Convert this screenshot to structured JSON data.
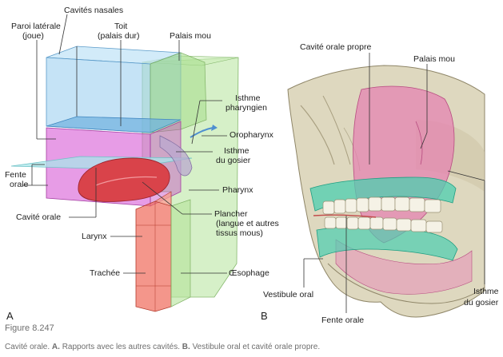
{
  "panel_a": {
    "letter": "A",
    "labels": {
      "paroi_laterale_1": "Paroi latérale",
      "paroi_laterale_2": "(joue)",
      "cavites_nasales": "Cavités nasales",
      "toit_1": "Toit",
      "toit_2": "(palais dur)",
      "palais_mou": "Palais mou",
      "isthme_pharyngien_1": "Isthme",
      "isthme_pharyngien_2": "pharyngien",
      "oropharynx": "Oropharynx",
      "isthme_gosier_1": "Isthme",
      "isthme_gosier_2": "du gosier",
      "fente_orale_1": "Fente",
      "fente_orale_2": "orale",
      "pharynx": "Pharynx",
      "cavite_orale": "Cavité orale",
      "plancher_1": "Plancher",
      "plancher_2": "(langue et autres",
      "plancher_3": "tissus mous)",
      "larynx": "Larynx",
      "trachee": "Trachée",
      "oesophage": "Œsophage"
    }
  },
  "panel_b": {
    "letter": "B",
    "labels": {
      "cavite_orale_propre": "Cavité orale propre",
      "palais_mou": "Palais mou",
      "vestibule_oral": "Vestibule oral",
      "fente_orale": "Fente orale",
      "isthme_gosier_1": "Isthme",
      "isthme_gosier_2": "du gosier"
    }
  },
  "figure_number": "Figure 8.247",
  "caption": {
    "title": "Cavité orale.",
    "a_letter": "A.",
    "a_text": "Rapports avec les autres cavités.",
    "b_letter": "B.",
    "b_text": "Vestibule oral et cavité orale propre."
  },
  "colors": {
    "nasal_blue": "#9fd0f0",
    "oral_magenta": "#d95fd6",
    "pharynx_green": "#b4e39a",
    "airway_red": "#ef6a5a",
    "tongue_red": "#d9434a",
    "vestibule_teal": "#4ccfb0",
    "proper_pink": "#e67fb0",
    "skull_bone": "#ded8bf"
  }
}
